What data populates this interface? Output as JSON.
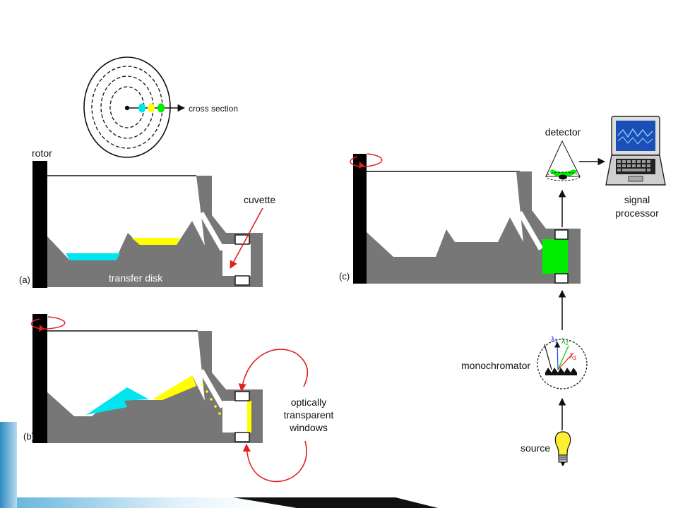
{
  "labels": {
    "cross_section": "cross section",
    "rotor": "rotor",
    "cuvette": "cuvette",
    "transfer_disk": "transfer disk",
    "panel_a": "(a)",
    "panel_b": "(b)",
    "panel_c": "(c)",
    "optically_1": "optically",
    "optically_2": "transparent",
    "optically_3": "windows",
    "detector": "detector",
    "signal_1": "signal",
    "signal_2": "processor",
    "monochromator": "monochromator",
    "source": "source",
    "lambda_1": "λ",
    "lambda_1_sub": "1",
    "lambda_2": "λ",
    "lambda_2_sub": "2",
    "lambda_3": "λ",
    "lambda_3_sub": "3"
  },
  "colors": {
    "rotor_body": "#777777",
    "rotor_shaft": "#000000",
    "reagent_cyan": "#00e5ee",
    "reagent_yellow": "#ffff00",
    "mixed_green": "#00ee00",
    "rotation_arrow": "#e02020",
    "bulb_yellow": "#ffee33",
    "monitor_screen": "#1a4fb8",
    "corner_accent": "#2e8bc0"
  },
  "panels": [
    {
      "id": "a",
      "state": "reagents in separate wells"
    },
    {
      "id": "b",
      "state": "reagents spun into cuvette"
    },
    {
      "id": "c",
      "state": "mixed sample measured"
    }
  ]
}
